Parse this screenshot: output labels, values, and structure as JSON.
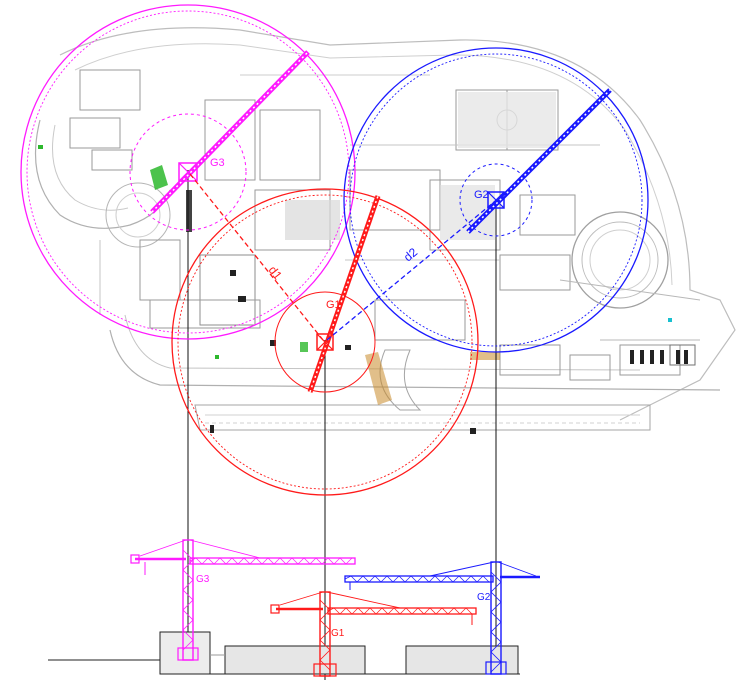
{
  "colors": {
    "g1": "#ff1a1a",
    "g2": "#1a1aff",
    "g3": "#ff1aff",
    "site_lines": "#8c8c8c",
    "site_light": "#c8c8c8",
    "hatch_green": "#2db82d",
    "hatch_orange": "#c98a2a",
    "cyan": "#18c0d0",
    "black": "#111111"
  },
  "cranes": {
    "g1": {
      "label": "G1",
      "elevation_label": "G1"
    },
    "g2": {
      "label": "G2",
      "elevation_label": "G2"
    },
    "g3": {
      "label": "G3",
      "elevation_label": "G3"
    }
  },
  "distances": {
    "d1": "d1",
    "d2": "d2"
  },
  "icons": [
    "tower-crane-icon",
    "crane-mast-icon"
  ]
}
